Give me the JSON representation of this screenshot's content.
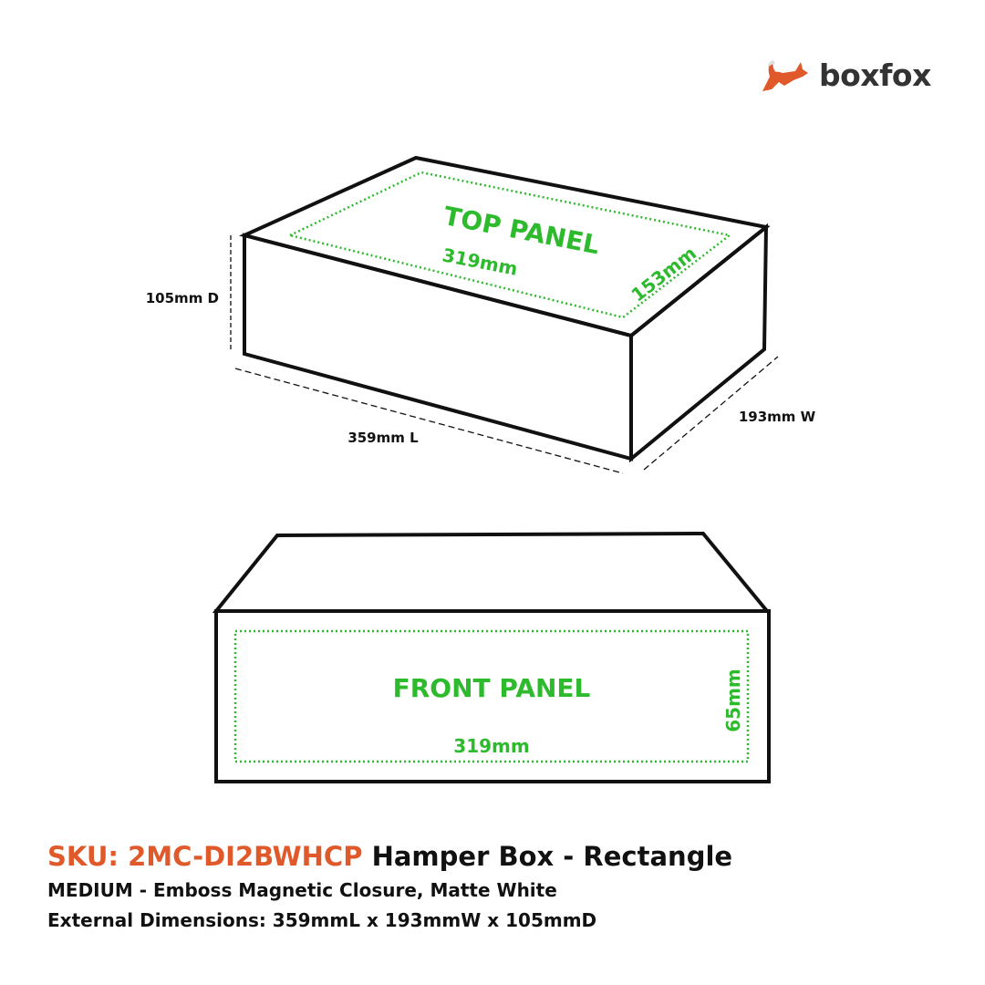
{
  "brand": {
    "name": "boxfox",
    "accent": "#e0592a"
  },
  "diagram_3d": {
    "top_panel_label": "TOP PANEL",
    "top_panel_length": "319mm",
    "top_panel_width": "153mm",
    "depth_label": "105mm D",
    "length_label": "359mm L",
    "width_label": "193mm W"
  },
  "diagram_front": {
    "front_panel_label": "FRONT PANEL",
    "front_panel_length": "319mm",
    "front_panel_height": "65mm"
  },
  "caption": {
    "sku": "SKU: 2MC-DI2BWHCP",
    "title": "Hamper Box - Rectangle",
    "subtitle": "MEDIUM - Emboss Magnetic Closure, Matte White",
    "dimensions": "External Dimensions: 359mmL x 193mmW x 105mmD"
  },
  "colors": {
    "panel_green": "#2dbb2d",
    "outline": "#111111"
  }
}
